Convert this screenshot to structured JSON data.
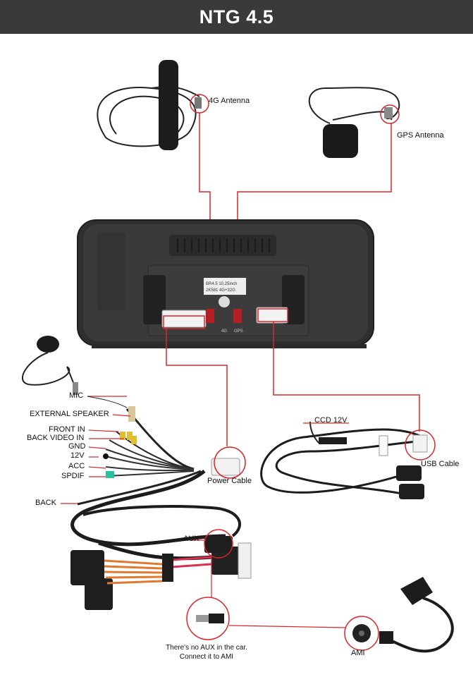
{
  "header": {
    "title": "NTG 4.5"
  },
  "labels": {
    "antenna_4g": "4G Antenna",
    "gps_antenna": "GPS Antenna",
    "mic": "MIC",
    "external_speaker": "EXTERNAL SPEAKER",
    "front_in": "FRONT IN",
    "back_video_in": "BACK VIDEO IN",
    "gnd": "GND",
    "v12": "12V",
    "acc": "ACC",
    "spdif": "SPDIF",
    "back": "BACK",
    "power_cable": "Power Cable",
    "ccd_12v": "CCD 12V",
    "usb_cable": "USB Cable",
    "aux": "AUX",
    "ami": "AMI",
    "note_line1": "There's no AUX in the car.",
    "note_line2": "Connect it to AMI"
  },
  "unit_sticker": {
    "line1": "BR4.5   10.25inch",
    "line2": "2K581 4G+32G"
  },
  "port_labels": {
    "p4g": "4G",
    "pgps": "GPS"
  },
  "colors": {
    "header_bg": "#3a3a3a",
    "callout": "#d9262c",
    "device": "#2d2d2d"
  }
}
